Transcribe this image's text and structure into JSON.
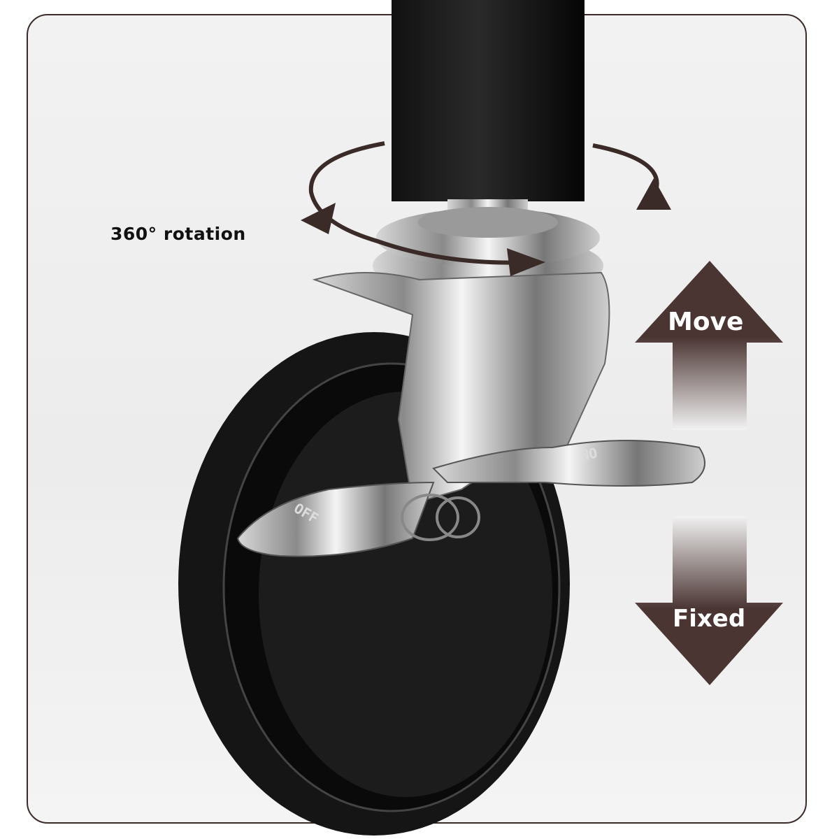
{
  "labels": {
    "rotation": "360°  rotation",
    "move": "Move",
    "fixed": "Fixed",
    "pedal_on": "ON",
    "pedal_off": "OFF"
  },
  "colors": {
    "arrow_brown": "#4a3533",
    "frame_border": "#3b2c2a"
  }
}
